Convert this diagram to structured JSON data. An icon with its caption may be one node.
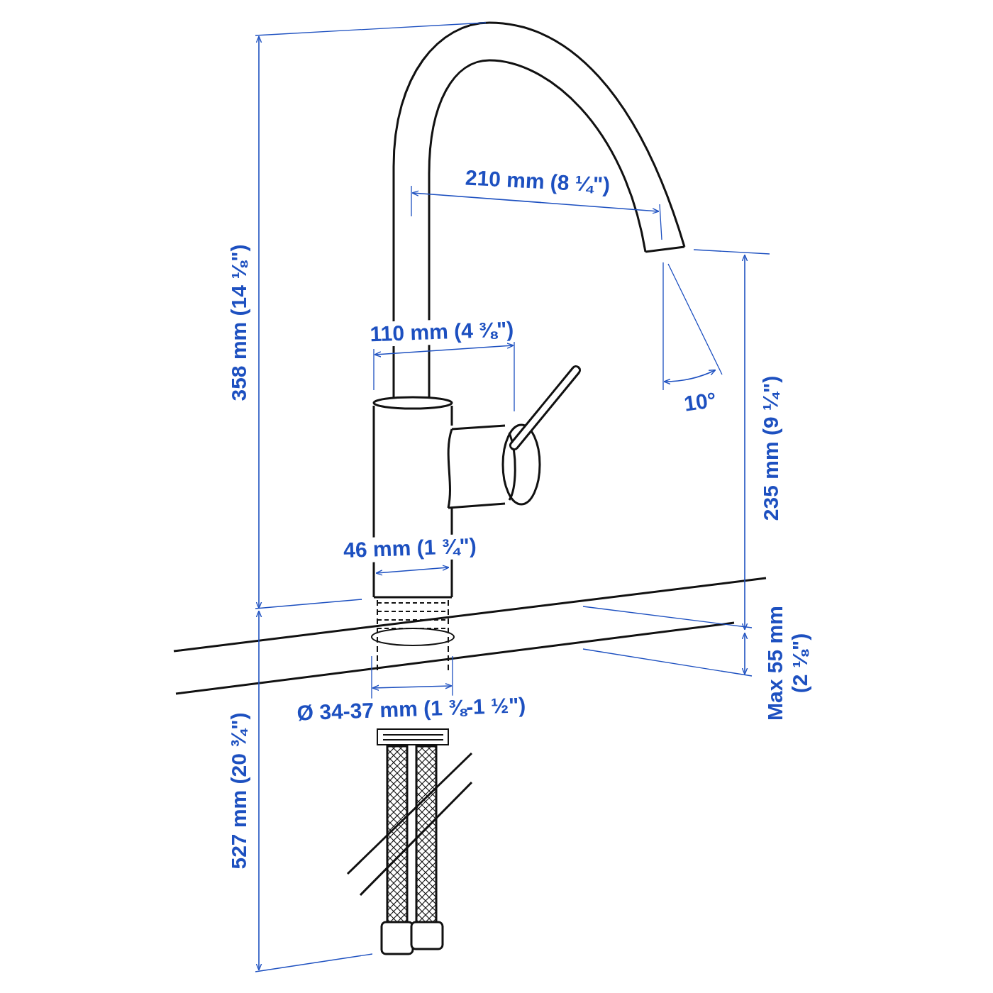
{
  "diagram": {
    "labels": [
      "358 mm (14 ⅛\")",
      "210 mm (8 ¼\")",
      "110 mm (4 ⅜\")",
      "10°",
      "235 mm (9 ¼\")",
      "46 mm (1 ¾\")",
      "Max 55 mm (2 ⅛\")",
      "Ø 34-37 mm (1 ⅜-1 ½\")",
      "527 mm (20 ¾\")"
    ]
  }
}
